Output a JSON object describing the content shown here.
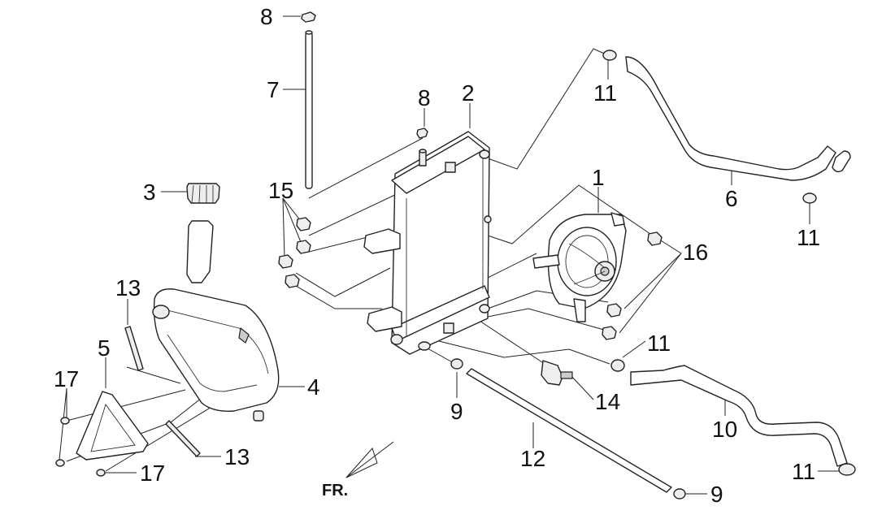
{
  "diagram": {
    "callouts": [
      {
        "id": "c8a",
        "text": "8"
      },
      {
        "id": "c7",
        "text": "7"
      },
      {
        "id": "c8b",
        "text": "8"
      },
      {
        "id": "c2",
        "text": "2"
      },
      {
        "id": "c11a",
        "text": "11"
      },
      {
        "id": "c3",
        "text": "3"
      },
      {
        "id": "c15",
        "text": "15"
      },
      {
        "id": "c1",
        "text": "1"
      },
      {
        "id": "c6",
        "text": "6"
      },
      {
        "id": "c11b",
        "text": "11"
      },
      {
        "id": "c16",
        "text": "16"
      },
      {
        "id": "c13a",
        "text": "13"
      },
      {
        "id": "c11c",
        "text": "11"
      },
      {
        "id": "c5",
        "text": "5"
      },
      {
        "id": "c4",
        "text": "4"
      },
      {
        "id": "c17a",
        "text": "17"
      },
      {
        "id": "c9a",
        "text": "9"
      },
      {
        "id": "c14",
        "text": "14"
      },
      {
        "id": "c10",
        "text": "10"
      },
      {
        "id": "c12",
        "text": "12"
      },
      {
        "id": "c13b",
        "text": "13"
      },
      {
        "id": "c17b",
        "text": "17"
      },
      {
        "id": "c11d",
        "text": "11"
      },
      {
        "id": "c9b",
        "text": "9"
      }
    ],
    "direction_marker": "FR."
  }
}
